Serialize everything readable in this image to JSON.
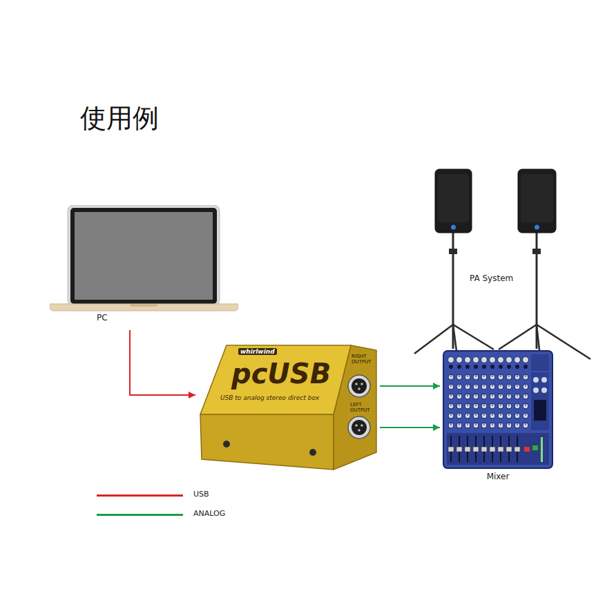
{
  "diagram": {
    "title": "使用例",
    "nodes": [
      {
        "text": [
          "PC"
        ]
      },
      {
        "text": [
          "whirlwind",
          "pcUSB",
          "USB to analog stereo direct box",
          "RIGHT OUTPUT",
          "LEFT OUTPUT"
        ]
      },
      {
        "text": [
          "Mixer"
        ]
      }
    ],
    "edges": [
      {
        "from": 0,
        "to": 1,
        "arrow": "to"
      },
      {
        "from": 1,
        "to": 2,
        "arrow": "to"
      },
      {
        "from": 1,
        "to": 2,
        "arrow": "to"
      }
    ],
    "labels": [
      "PA System"
    ],
    "legend": [
      {
        "text": "USB"
      },
      {
        "text": "ANALOG"
      }
    ]
  }
}
